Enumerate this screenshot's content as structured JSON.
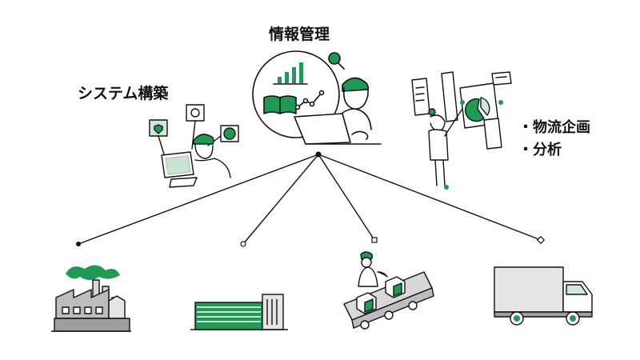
{
  "labels": {
    "system_building": "システム構築",
    "info_management": "情報管理",
    "logistics_planning": "・物流企画",
    "analysis": "・分析"
  },
  "colors": {
    "accent_green": "#1f9a55",
    "light_green": "#cfe9d6",
    "line": "#111111",
    "gray": "#bdbdbd"
  },
  "icons": {
    "center": "laptop-worker-icon",
    "left_top": "system-engineer-icon",
    "right_top": "presenter-icon",
    "targets": [
      "factory-icon",
      "warehouse-icon",
      "conveyor-worker-icon",
      "truck-icon"
    ]
  }
}
